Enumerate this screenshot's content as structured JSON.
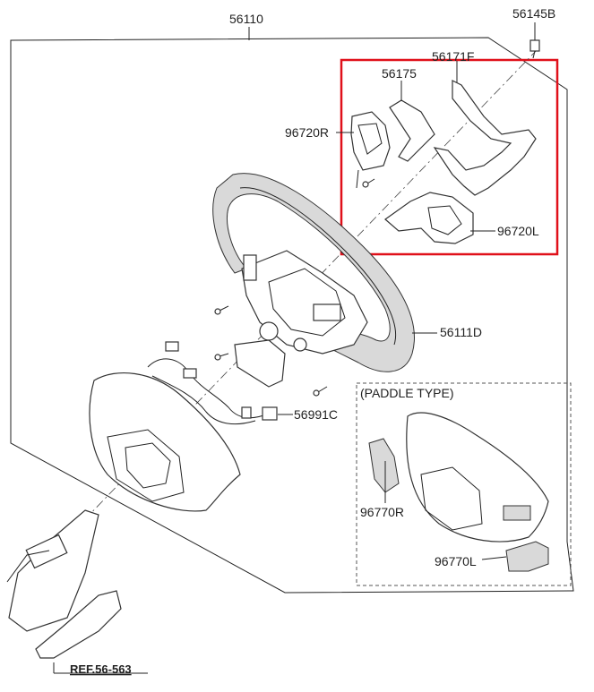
{
  "labels": {
    "main_assembly": "56110",
    "bolt": "56145B",
    "bracket_f": "56171F",
    "bracket": "56175",
    "switch_r": "96720R",
    "switch_l": "96720L",
    "steering_wheel": "56111D",
    "harness": "56991C",
    "paddle_r": "96770R",
    "paddle_l": "96770L",
    "reference": "REF.56-563"
  },
  "paddle_box_title": "(PADDLE TYPE)",
  "colors": {
    "highlight": "#e0101a",
    "line": "#222222"
  }
}
